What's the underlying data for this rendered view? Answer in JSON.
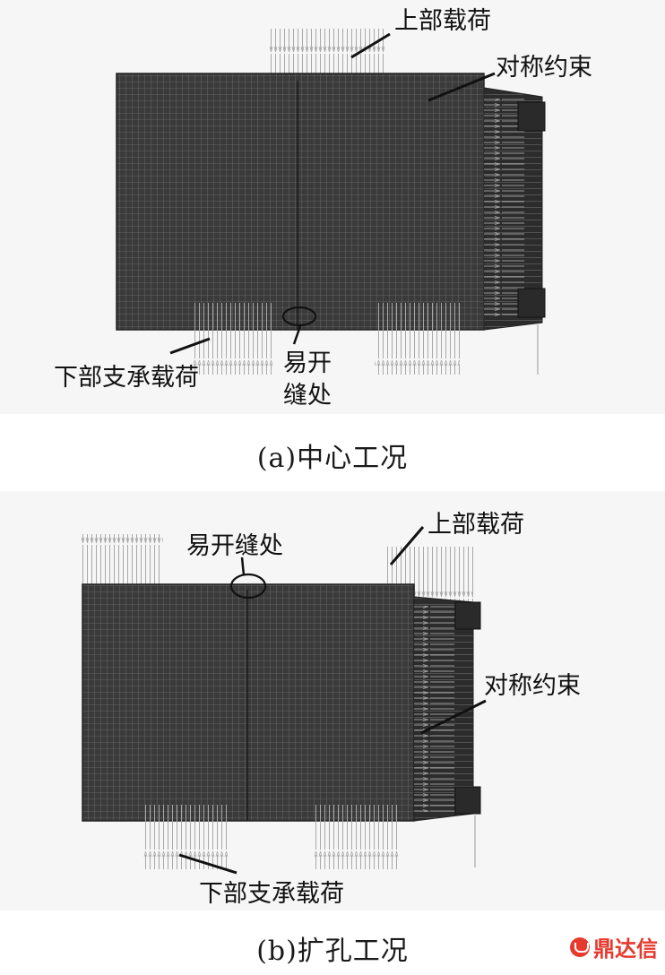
{
  "panel_a": {
    "caption": "(a)中心工况",
    "labels": {
      "top_load": "上部载荷",
      "symmetric_constraint": "对称约束",
      "bottom_support_load": "下部支承载荷",
      "easy_crack_line1": "易开",
      "easy_crack_line2": "缝处"
    }
  },
  "panel_b": {
    "caption": "(b)扩孔工况",
    "labels": {
      "easy_crack": "易开缝处",
      "top_load": "上部载荷",
      "symmetric_constraint": "对称约束",
      "bottom_support_load": "下部支承载荷"
    }
  },
  "watermark": {
    "text": "鼎达信"
  },
  "colors": {
    "mesh_body": "#3c3c3c",
    "mesh_line": "#6e6e6e",
    "arrows": "#a8a8a8",
    "panel_bg": "#f6f6f6",
    "watermark": "#e63a2e"
  }
}
